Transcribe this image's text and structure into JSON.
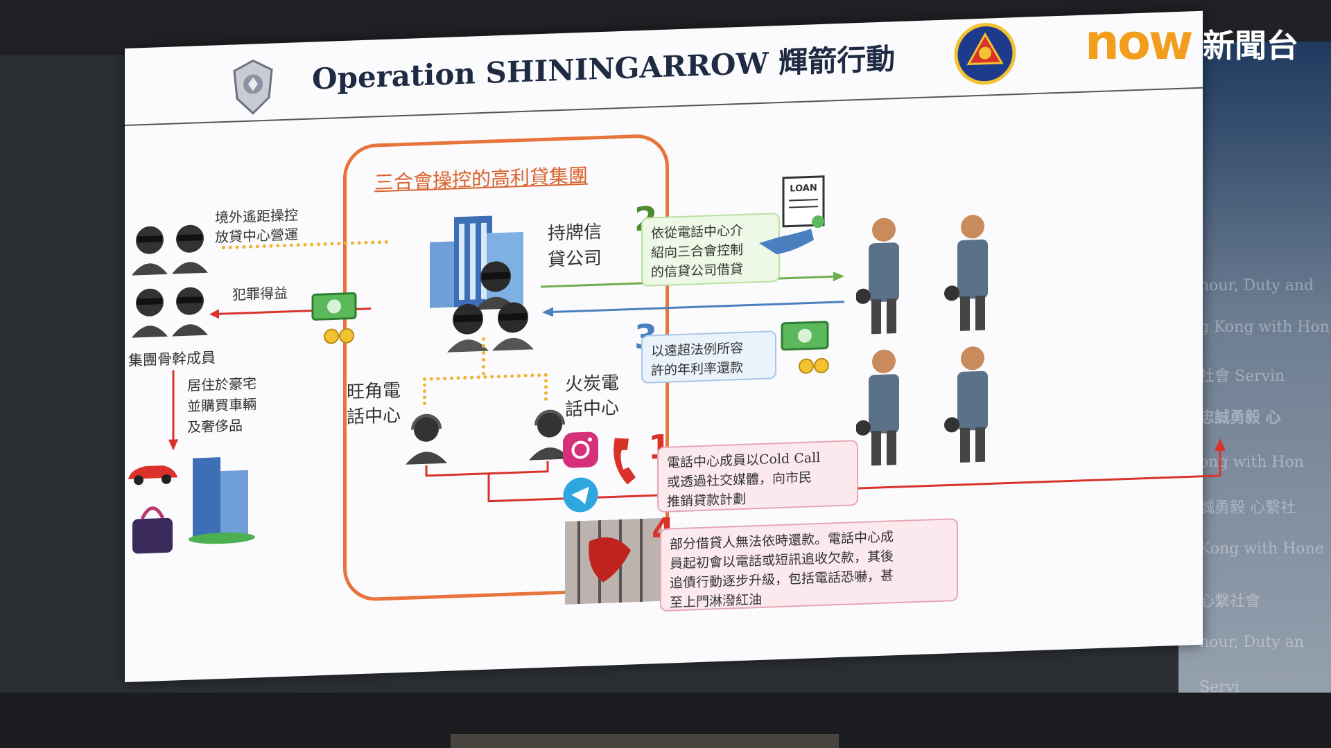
{
  "broadcaster": {
    "logo_text": "now",
    "channel_name": "新聞台",
    "logo_color": "#f29e1c"
  },
  "slide": {
    "title": "Operation SHININGARROW 輝箭行動",
    "syndicate_title": "三合會操控的高利貸集團",
    "licensed_company_label": "持牌信\n貸公司",
    "call_center_left": "旺角電\n話中心",
    "call_center_right": "火炭電\n話中心",
    "remote_control_label": "境外遙距操控\n放貸中心營運",
    "crime_proceeds_label": "犯罪得益",
    "core_members_label": "集團骨幹成員",
    "lifestyle_label": "居住於豪宅\n並購買車輛\n及奢侈品",
    "steps": [
      {
        "number": "1",
        "text": "電話中心成員以Cold Call\n或透過社交媒體，向市民\n推銷貸款計劃",
        "color": "#d9322b"
      },
      {
        "number": "2",
        "text": "依從電話中心介\n紹向三合會控制\n的信貸公司借貸",
        "color": "#4e8a2e"
      },
      {
        "number": "3",
        "text": "以遠超法例所容\n許的年利率還款",
        "color": "#4a7fc0"
      },
      {
        "number": "4",
        "text": "部分借貸人無法依時還款。電話中心成\n員起初會以電話或短訊追收欠款，其後\n追債行動逐步升級，包括電話恐嚇，甚\n至上門淋潑紅油",
        "color": "#d9322b"
      }
    ],
    "loan_doc_label": "LOAN"
  },
  "background_text": [
    "nour, Duty  and",
    "g Kong with Hon",
    "社會    Servin",
    "忠誠勇毅 心",
    "ong with Hon",
    "誠勇毅 心繫社",
    "Kong with Hone",
    "心繫社會",
    "nour, Duty  an",
    "Servi"
  ],
  "colors": {
    "syndicate_border": "#e8743b",
    "dotted_link": "#f2b231",
    "arrow_green": "#6fae4d",
    "arrow_blue": "#4a7fc0",
    "arrow_red": "#d9322b"
  }
}
